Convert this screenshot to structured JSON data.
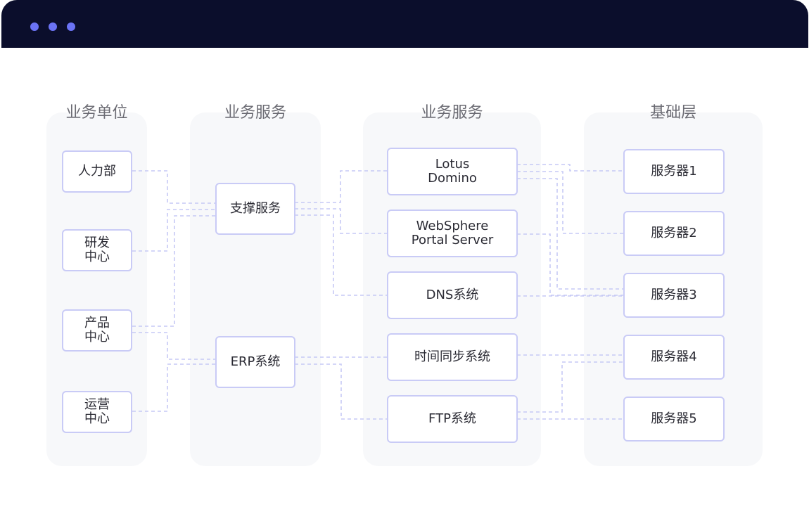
{
  "window": {
    "dots": [
      "dot",
      "dot",
      "dot"
    ]
  },
  "columns": [
    {
      "id": "units",
      "title": "业务单位"
    },
    {
      "id": "services",
      "title": "业务服务"
    },
    {
      "id": "apps",
      "title": "业务服务"
    },
    {
      "id": "infra",
      "title": "基础层"
    }
  ],
  "nodes": {
    "hr": "人力部",
    "rd": "研发\n中心",
    "product": "产品\n中心",
    "ops": "运营\n中心",
    "support": "支撑服务",
    "erp": "ERP系统",
    "lotus": "Lotus\nDomino",
    "websphere": "WebSphere\nPortal Server",
    "dns": "DNS系统",
    "timesync": "时间同步系统",
    "ftp": "FTP系统",
    "s1": "服务器1",
    "s2": "服务器2",
    "s3": "服务器3",
    "s4": "服务器4",
    "s5": "服务器5"
  },
  "links": [
    [
      "hr",
      "support"
    ],
    [
      "rd",
      "support"
    ],
    [
      "product",
      "support"
    ],
    [
      "product",
      "erp"
    ],
    [
      "ops",
      "erp"
    ],
    [
      "support",
      "lotus"
    ],
    [
      "support",
      "websphere"
    ],
    [
      "support",
      "dns"
    ],
    [
      "erp",
      "timesync"
    ],
    [
      "erp",
      "ftp"
    ],
    [
      "lotus",
      "s1"
    ],
    [
      "lotus",
      "s2"
    ],
    [
      "lotus",
      "s3"
    ],
    [
      "websphere",
      "s3"
    ],
    [
      "dns",
      "s3"
    ],
    [
      "timesync",
      "s4"
    ],
    [
      "ftp",
      "s4"
    ],
    [
      "ftp",
      "s5"
    ]
  ],
  "colors": {
    "titlebar": "#0b0e2c",
    "dot": "#6b73f5",
    "panel": "#f7f8fa",
    "node_border": "#c9cbf6",
    "link": "#c6c9f5",
    "title_text": "#6a6a72"
  }
}
